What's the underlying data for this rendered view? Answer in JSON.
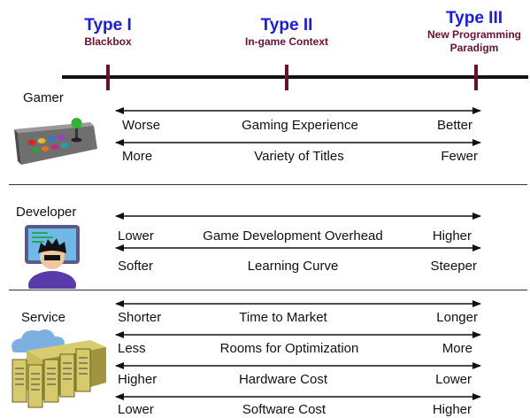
{
  "types": [
    {
      "title": "Type I",
      "subtitle": "Blackbox"
    },
    {
      "title": "Type II",
      "subtitle": "In-game Context"
    },
    {
      "title": "Type III",
      "subtitle": "New Programming Paradigm"
    }
  ],
  "categories": [
    {
      "label": "Gamer",
      "icon": "game-controller-icon"
    },
    {
      "label": "Developer",
      "icon": "developer-icon"
    },
    {
      "label": "Service",
      "icon": "server-cloud-icon"
    }
  ],
  "rows": [
    {
      "left": "Worse",
      "center": "Gaming Experience",
      "right": "Better"
    },
    {
      "left": "More",
      "center": "Variety of Titles",
      "right": "Fewer"
    },
    {
      "left": "Lower",
      "center": "Game Development Overhead",
      "right": "Higher"
    },
    {
      "left": "Softer",
      "center": "Learning Curve",
      "right": "Steeper"
    },
    {
      "left": "Shorter",
      "center": "Time to Market",
      "right": "Longer"
    },
    {
      "left": "Less",
      "center": "Rooms for Optimization",
      "right": "More"
    },
    {
      "left": "Higher",
      "center": "Hardware Cost",
      "right": "Lower"
    },
    {
      "left": "Lower",
      "center": "Software Cost",
      "right": "Higher"
    }
  ],
  "colors": {
    "type_title": "#1a1ae6",
    "type_subtitle": "#6b1030",
    "timeline": "#111111"
  }
}
